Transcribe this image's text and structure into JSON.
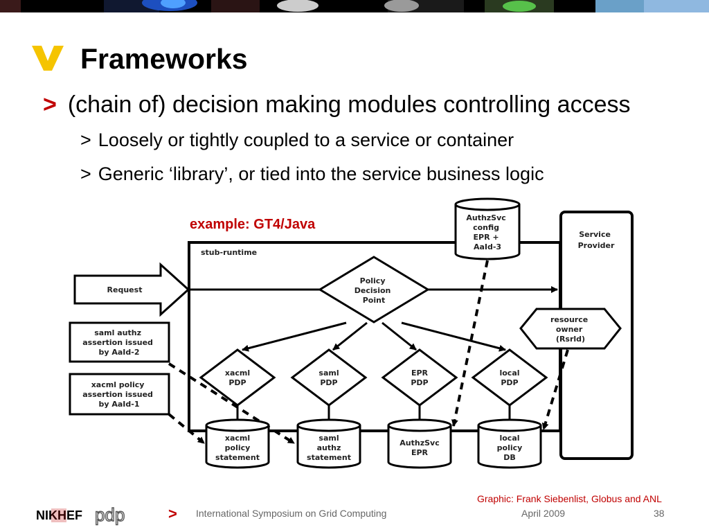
{
  "title": "Frameworks",
  "bullets": [
    {
      "marker": ">",
      "text": "(chain of) decision making modules controlling access"
    },
    {
      "marker": ">",
      "text": "Loosely or tightly coupled to a service or container"
    },
    {
      "marker": ">",
      "text": "Generic ‘library’, or tied into the service business logic"
    }
  ],
  "example_label": "example: GT4/Java",
  "diagram": {
    "stub_runtime": "stub-runtime",
    "request": "Request",
    "authzsvc_config": [
      "AuthzSvc",
      "config",
      "EPR +",
      "AaId-3"
    ],
    "service_provider": [
      "Service",
      "Provider"
    ],
    "pdp_main": [
      "Policy",
      "Decision",
      "Point"
    ],
    "resource_owner": [
      "resource",
      "owner",
      "(Rsrld)"
    ],
    "saml_assertion": [
      "saml authz",
      "assertion issued",
      "by AaId-2"
    ],
    "xacml_assertion": [
      "xacml policy",
      "assertion issued",
      "by AaId-1"
    ],
    "pdp_xacml": [
      "xacml",
      "PDP"
    ],
    "pdp_saml": [
      "saml",
      "PDP"
    ],
    "pdp_epr": [
      "EPR",
      "PDP"
    ],
    "pdp_local": [
      "local",
      "PDP"
    ],
    "db_xacml": [
      "xacml",
      "policy",
      "statement"
    ],
    "db_saml": [
      "saml",
      "authz",
      "statement"
    ],
    "db_authzsvc": [
      "AuthzSvc",
      "EPR"
    ],
    "db_local": [
      "local",
      "policy",
      "DB"
    ]
  },
  "credit": "Graphic: Frank Siebenlist, Globus and ANL",
  "footer": {
    "logo_text": "NIKHEF",
    "logo_pdp": "pdp",
    "marker": ">",
    "event": "International Symposium on Grid Computing",
    "date": "April 2009",
    "page": "38"
  },
  "colors": {
    "accent_red": "#c00000",
    "accent_yellow": "#f5c400"
  }
}
